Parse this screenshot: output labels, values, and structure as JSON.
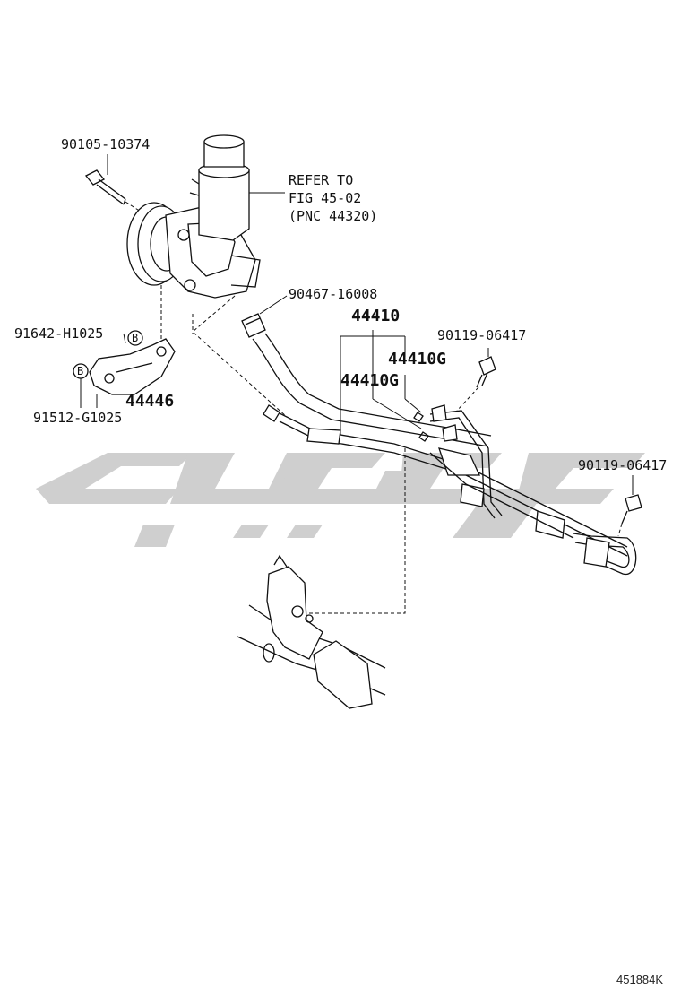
{
  "figure_id": "451884K",
  "refer_note": {
    "line1": "REFER TO",
    "line2": "FIG 45-02",
    "line3": "(PNC 44320)"
  },
  "parts": [
    {
      "id": "bolt",
      "number": "90105-10374"
    },
    {
      "id": "oring",
      "number": "90467-16008"
    },
    {
      "id": "hose-assy",
      "number": "44410"
    },
    {
      "id": "gasket-a",
      "number": "44410G"
    },
    {
      "id": "gasket-b",
      "number": "44410G"
    },
    {
      "id": "union-bolt-a",
      "number": "90119-06417"
    },
    {
      "id": "union-bolt-b",
      "number": "90119-06417"
    },
    {
      "id": "clamp-bolt",
      "number": "91642-H1025"
    },
    {
      "id": "bracket",
      "number": "44446"
    },
    {
      "id": "washer-bolt",
      "number": "91512-G1025"
    }
  ],
  "callout_marker": "B",
  "icons": [
    "pump-drawing",
    "hose-drawing",
    "gear-box-drawing",
    "watermark-logo"
  ],
  "colors": {
    "ink": "#111111",
    "watermark": "#cfcfcf",
    "background": "#ffffff"
  }
}
